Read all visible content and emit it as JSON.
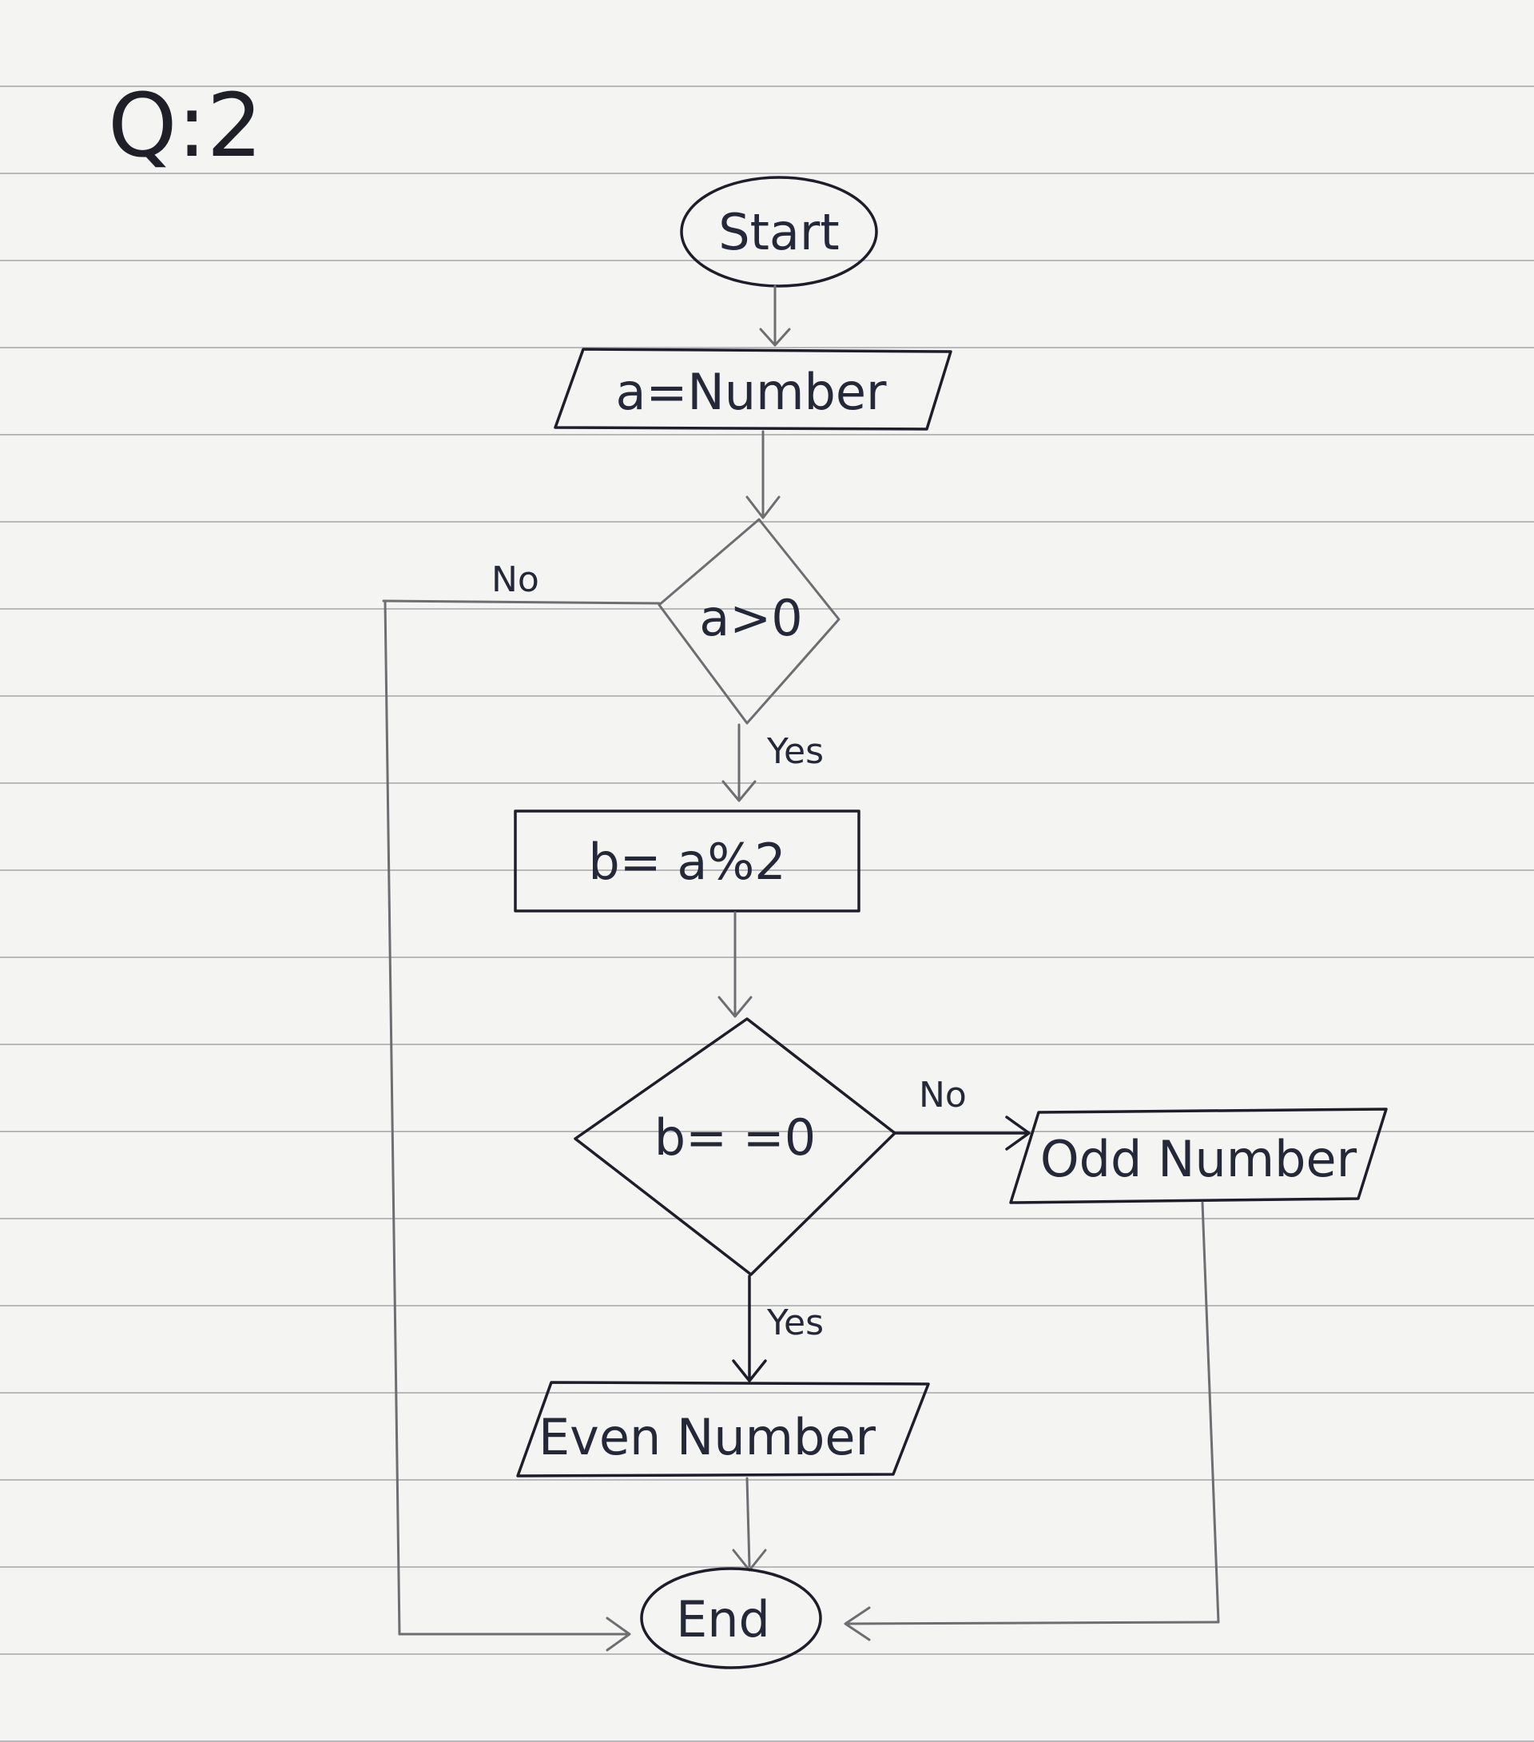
{
  "title": "Q:2",
  "nodes": {
    "start": "Start",
    "input": "a=Number",
    "decision1": "a>0",
    "process": "b= a%2",
    "decision2": "b= =0",
    "odd": "Odd Number",
    "even": "Even Number",
    "end": "End"
  },
  "edges": {
    "d1_no": "No",
    "d1_yes": "Yes",
    "d2_no": "No",
    "d2_yes": "Yes"
  }
}
